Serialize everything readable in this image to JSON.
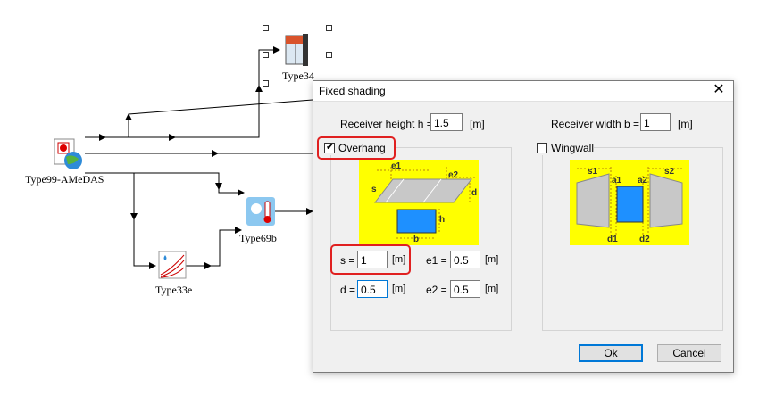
{
  "canvas": {
    "nodes": {
      "type34": "Type34",
      "type99": "Type99-AMeDAS",
      "type69": "Type69b",
      "type33": "Type33e"
    }
  },
  "dialog": {
    "title": "Fixed shading",
    "close_glyph": "✕",
    "receiver_height_label": "Receiver height h =",
    "receiver_height_value": "1.5",
    "receiver_width_label": "Receiver width b =",
    "receiver_width_value": "1",
    "unit": "[m]",
    "overhang": {
      "label": "Overhang",
      "checked": true,
      "diagram_labels": {
        "e1": "e1",
        "e2": "e2",
        "s": "s",
        "d": "d",
        "h": "h",
        "b": "b"
      },
      "s_label": "s =",
      "s_value": "1",
      "d_label": "d =",
      "d_value": "0.5",
      "e1_label": "e1 =",
      "e1_value": "0.5",
      "e2_label": "e2 =",
      "e2_value": "0.5"
    },
    "wingwall": {
      "label": "Wingwall",
      "checked": false,
      "diagram_labels": {
        "s1": "s1",
        "s2": "s2",
        "a1": "a1",
        "a2": "a2",
        "d1": "d1",
        "d2": "d2"
      }
    },
    "ok_label": "Ok",
    "cancel_label": "Cancel"
  },
  "colors": {
    "diagram_bg": "#ffff00",
    "receiver": "#1e90ff",
    "highlight": "#e02020",
    "focus": "#0078d7"
  }
}
